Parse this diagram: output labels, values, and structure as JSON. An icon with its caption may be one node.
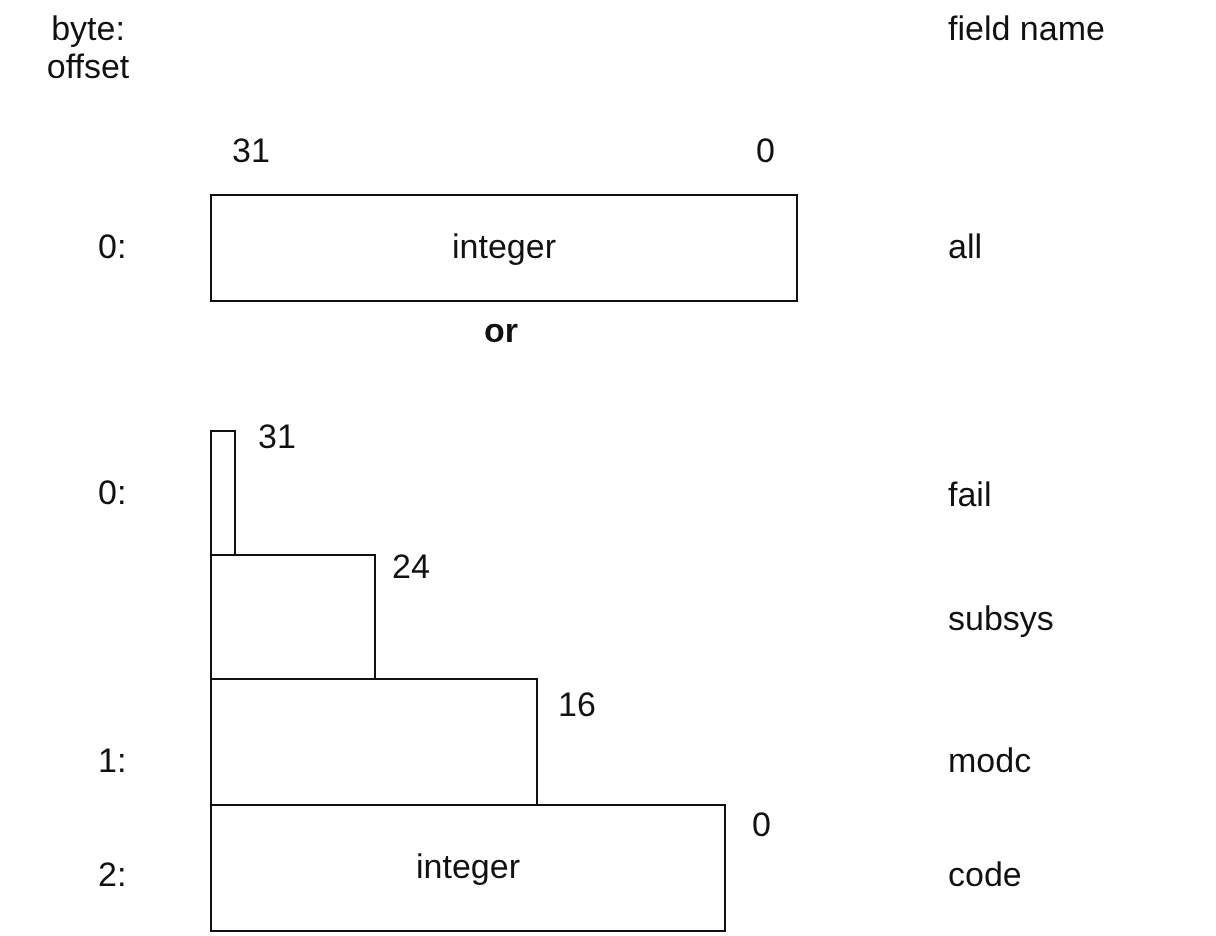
{
  "diagram": {
    "nodes": [
      {
        "text": [
          "integer"
        ]
      },
      {
        "text": [],
        "shape": "box"
      },
      {
        "text": [],
        "shape": "box"
      },
      {
        "text": [],
        "shape": "box"
      },
      {
        "text": [
          "integer"
        ]
      }
    ],
    "labels": [
      "byte: offset",
      "field name",
      "31",
      "0",
      "0:",
      "all",
      "or",
      "31",
      "0:",
      "fail",
      "24",
      "subsys",
      "16",
      "1:",
      "modc",
      "0",
      "2:",
      "code"
    ]
  }
}
